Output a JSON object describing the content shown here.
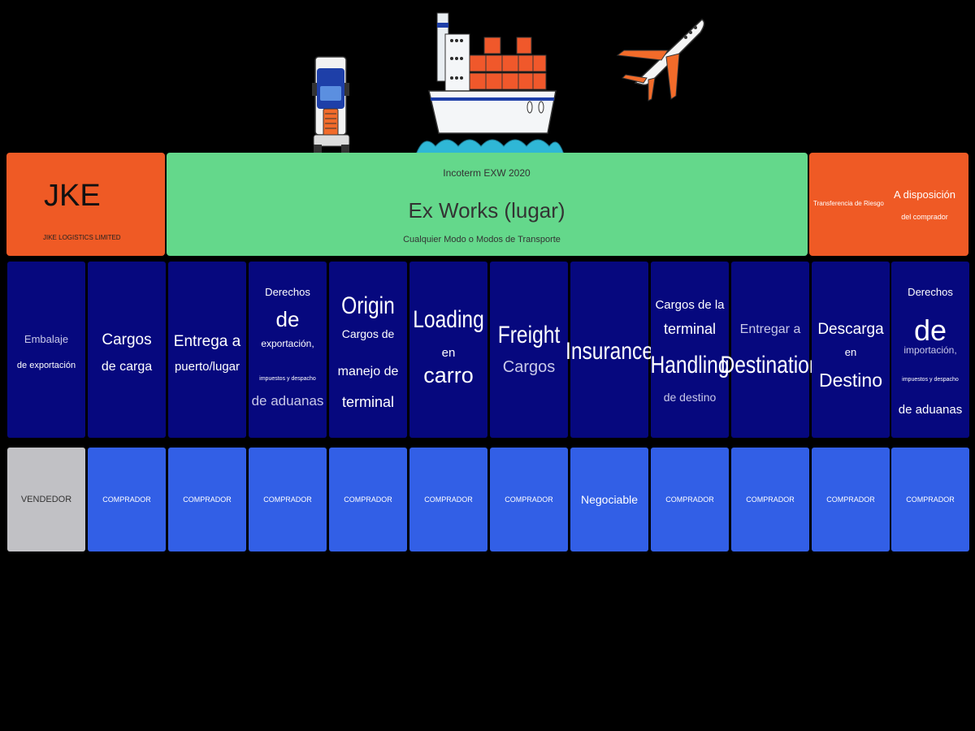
{
  "header": {
    "logo": {
      "text": "JKE",
      "subtitle": "JIKE LOGISTICS LIMITED"
    },
    "main": {
      "label": "Incoterm EXW 2020",
      "title": "Ex Works (lugar)",
      "subtitle": "Cualquier Modo o Modos de Transporte"
    },
    "risk": {
      "label": "Transferencia de Riesgo",
      "line1": "A disposición",
      "line2": "del comprador"
    }
  },
  "icons": [
    "truck-icon",
    "cargo-ship-icon",
    "airplane-icon"
  ],
  "colors": {
    "orange": "#ef5a25",
    "green": "#64d88b",
    "navy": "#06087e",
    "blue": "#325fe6",
    "gray": "#c1c1c5"
  },
  "columns": [
    {
      "lines": [
        "Embalaje",
        "de exportación"
      ],
      "responsibility": "VENDEDOR"
    },
    {
      "lines": [
        "Cargos",
        "de carga"
      ],
      "responsibility": "COMPRADOR"
    },
    {
      "lines": [
        "Entrega a",
        "puerto/lugar"
      ],
      "responsibility": "COMPRADOR"
    },
    {
      "lines": [
        "Derechos",
        "de",
        "exportación,",
        "impuestos y despacho",
        "de aduanas"
      ],
      "responsibility": "COMPRADOR"
    },
    {
      "lines": [
        "Origin",
        "Cargos de",
        "manejo de",
        "terminal"
      ],
      "responsibility": "COMPRADOR"
    },
    {
      "lines": [
        "Loading",
        "en",
        "carro"
      ],
      "responsibility": "COMPRADOR"
    },
    {
      "lines": [
        "Freight",
        "Cargos"
      ],
      "responsibility": "COMPRADOR"
    },
    {
      "lines": [
        "Insurance"
      ],
      "responsibility": "Negociable"
    },
    {
      "lines": [
        "Cargos de la",
        "terminal",
        "Handling",
        "de destino"
      ],
      "responsibility": "COMPRADOR"
    },
    {
      "lines": [
        "Entregar a",
        "Destination"
      ],
      "responsibility": "COMPRADOR"
    },
    {
      "lines": [
        "Descarga",
        "en",
        "Destino"
      ],
      "responsibility": "COMPRADOR"
    },
    {
      "lines": [
        "Derechos",
        "de",
        "importación,",
        "impuestos y despacho",
        "de aduanas"
      ],
      "responsibility": "COMPRADOR"
    }
  ]
}
